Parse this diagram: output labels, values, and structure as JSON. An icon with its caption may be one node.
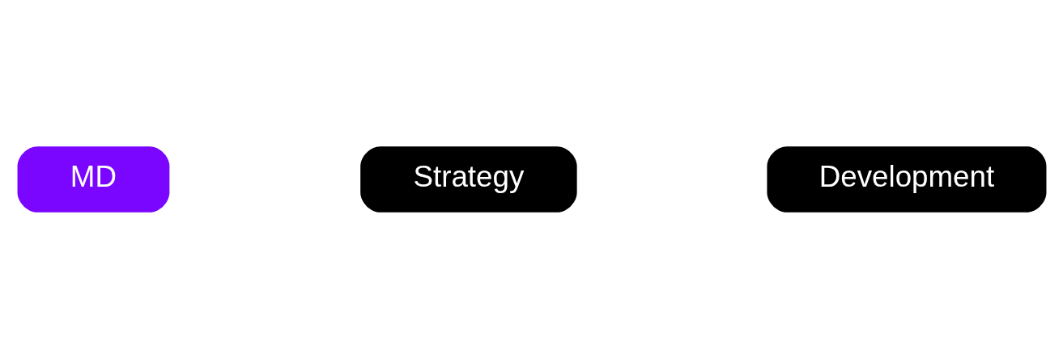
{
  "diagram": {
    "nodes": [
      {
        "text": [
          "Strategy"
        ]
      },
      {
        "text": [
          "Development"
        ]
      },
      {
        "text": [
          "MD"
        ]
      }
    ]
  }
}
